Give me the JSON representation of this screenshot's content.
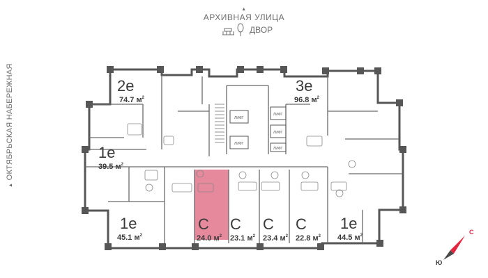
{
  "street_top": "АРХИВНАЯ УЛИЦА",
  "yard_label": "ДВОР",
  "street_left": "ОКТЯБРЬСКАЯ НАБЕРЕЖНАЯ",
  "apartments": [
    {
      "type": "2е",
      "area": "74.7 м",
      "selected": false
    },
    {
      "type": "3е",
      "area": "96.8 м",
      "selected": false
    },
    {
      "type": "1е",
      "area": "39.5 м",
      "selected": false
    },
    {
      "type": "1е",
      "area": "45.1 м",
      "selected": false
    },
    {
      "type": "С",
      "area": "24.0 м",
      "selected": true
    },
    {
      "type": "С",
      "area": "23.1 м",
      "selected": false
    },
    {
      "type": "С",
      "area": "23.4 м",
      "selected": false
    },
    {
      "type": "С",
      "area": "22.8 м",
      "selected": false
    },
    {
      "type": "1е",
      "area": "44.5 м",
      "selected": false
    }
  ],
  "lift_label": "ЛИФТ",
  "compass": {
    "north": "С",
    "south": "Ю"
  },
  "colors": {
    "selected_unit": "#e7899c",
    "accent": "#e4253f",
    "walls": "#565656"
  }
}
